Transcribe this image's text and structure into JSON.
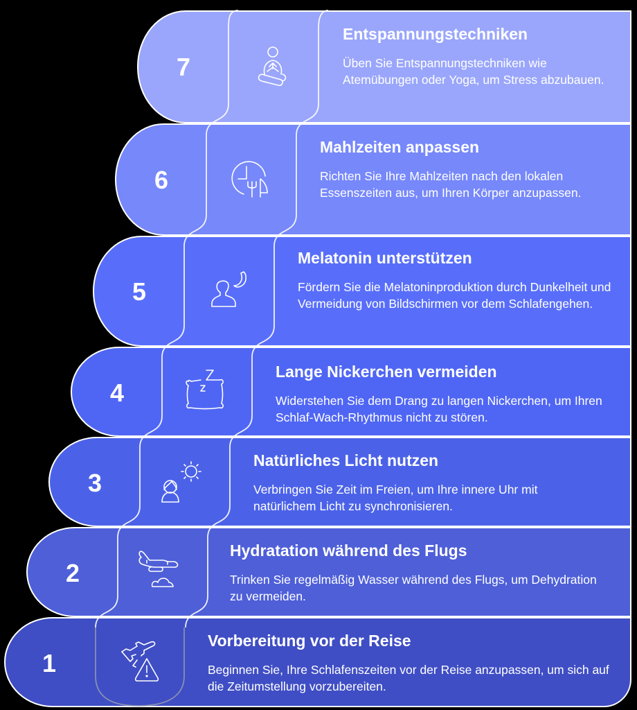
{
  "diagram": {
    "type": "staircase-steps",
    "colors": {
      "step7": "#9AA6FB",
      "step6": "#7688FA",
      "step5": "#586EFA",
      "step4": "#4F66F4",
      "step3": "#4B62E8",
      "step2": "#4E5FD8",
      "step1": "#3F4EC4",
      "outline": "#FFFFFF",
      "text": "#FFFFFF"
    },
    "steps": [
      {
        "number": "7",
        "icon": "meditation-icon",
        "title": "Entspannungstechniken",
        "description": "Üben Sie Entspannungstechniken wie Atemübungen oder Yoga, um Stress abzubauen."
      },
      {
        "number": "6",
        "icon": "meal-clock-icon",
        "title": "Mahlzeiten anpassen",
        "description": "Richten Sie Ihre Mahlzeiten nach den lokalen Essenszeiten aus, um Ihren Körper anzupassen."
      },
      {
        "number": "5",
        "icon": "person-moon-icon",
        "title": "Melatonin unterstützen",
        "description": "Fördern Sie die Melatoninproduktion durch Dunkelheit und Vermeidung von Bildschirmen vor dem Schlafengehen."
      },
      {
        "number": "4",
        "icon": "pillow-sleep-icon",
        "title": "Lange Nickerchen vermeiden",
        "description": "Widerstehen Sie dem Drang zu langen Nickerchen, um Ihren Schlaf-Wach-Rhythmus nicht zu stören."
      },
      {
        "number": "3",
        "icon": "person-sun-icon",
        "title": "Natürliches Licht nutzen",
        "description": "Verbringen Sie Zeit im Freien, um Ihre innere Uhr mit natürlichem Licht zu synchronisieren."
      },
      {
        "number": "2",
        "icon": "airplane-cloud-icon",
        "title": "Hydratation während des Flugs",
        "description": "Trinken Sie regelmäßig Wasser während des Flugs, um Dehydration zu vermeiden."
      },
      {
        "number": "1",
        "icon": "airplane-warning-icon",
        "title": "Vorbereitung vor der Reise",
        "description": "Beginnen Sie, Ihre Schlafenszeiten vor der Reise anzupassen, um sich auf die Zeitumstellung vorzubereiten."
      }
    ]
  }
}
